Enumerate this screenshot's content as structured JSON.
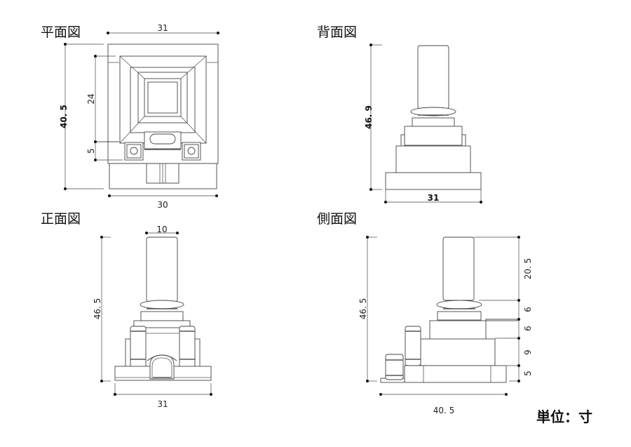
{
  "views": {
    "plan": {
      "title": "平面図",
      "dims": {
        "top_width": "31",
        "total_depth": "40. 5",
        "inner_depth": "24",
        "step_depth": "5",
        "bottom_width": "30"
      }
    },
    "back": {
      "title": "背面図",
      "dims": {
        "height": "46. 9",
        "width": "31"
      }
    },
    "front": {
      "title": "正面図",
      "dims": {
        "pillar_width": "10",
        "height": "46. 5",
        "width": "31"
      }
    },
    "side": {
      "title": "側面図",
      "dims": {
        "height": "46. 5",
        "depth": "40. 5",
        "seg_pillar": "20. 5",
        "seg_1": "6",
        "seg_2": "6",
        "seg_3": "9",
        "seg_base": "5"
      }
    }
  },
  "unit_label": "単位：寸"
}
